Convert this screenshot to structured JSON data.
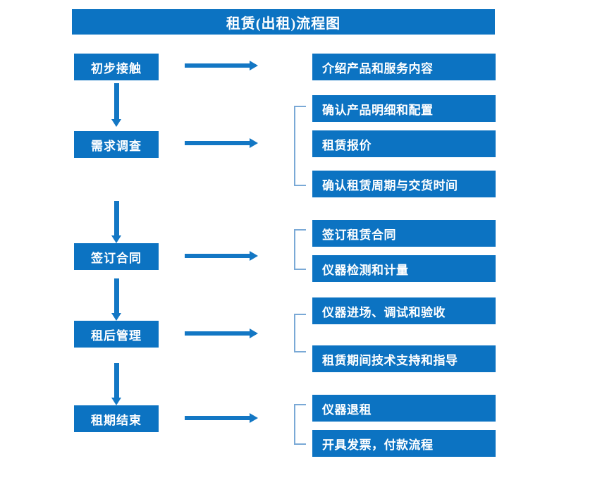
{
  "diagram": {
    "title": "租赁(出租)流程图",
    "accent_color": "#0c73c2",
    "arrow_color": "#1377c4",
    "bracket_color": "#7aa9d6",
    "stages": [
      {
        "id": "initial-contact",
        "label": "初步接触",
        "details": [
          "介绍产品和服务内容"
        ],
        "bracketed": false
      },
      {
        "id": "needs-survey",
        "label": "需求调查",
        "details": [
          "确认产品明细和配置",
          "租赁报价",
          "确认租赁周期与交货时间"
        ],
        "bracketed": true
      },
      {
        "id": "sign-contract",
        "label": "签订合同",
        "details": [
          "签订租赁合同",
          "仪器检测和计量"
        ],
        "bracketed": true
      },
      {
        "id": "post-rental-management",
        "label": "租后管理",
        "details": [
          "仪器进场、调试和验收",
          "租赁期间技术支持和指导"
        ],
        "bracketed": true
      },
      {
        "id": "rental-end",
        "label": "租期结束",
        "details": [
          "仪器退租",
          "开具发票，付款流程"
        ],
        "bracketed": true
      }
    ]
  }
}
